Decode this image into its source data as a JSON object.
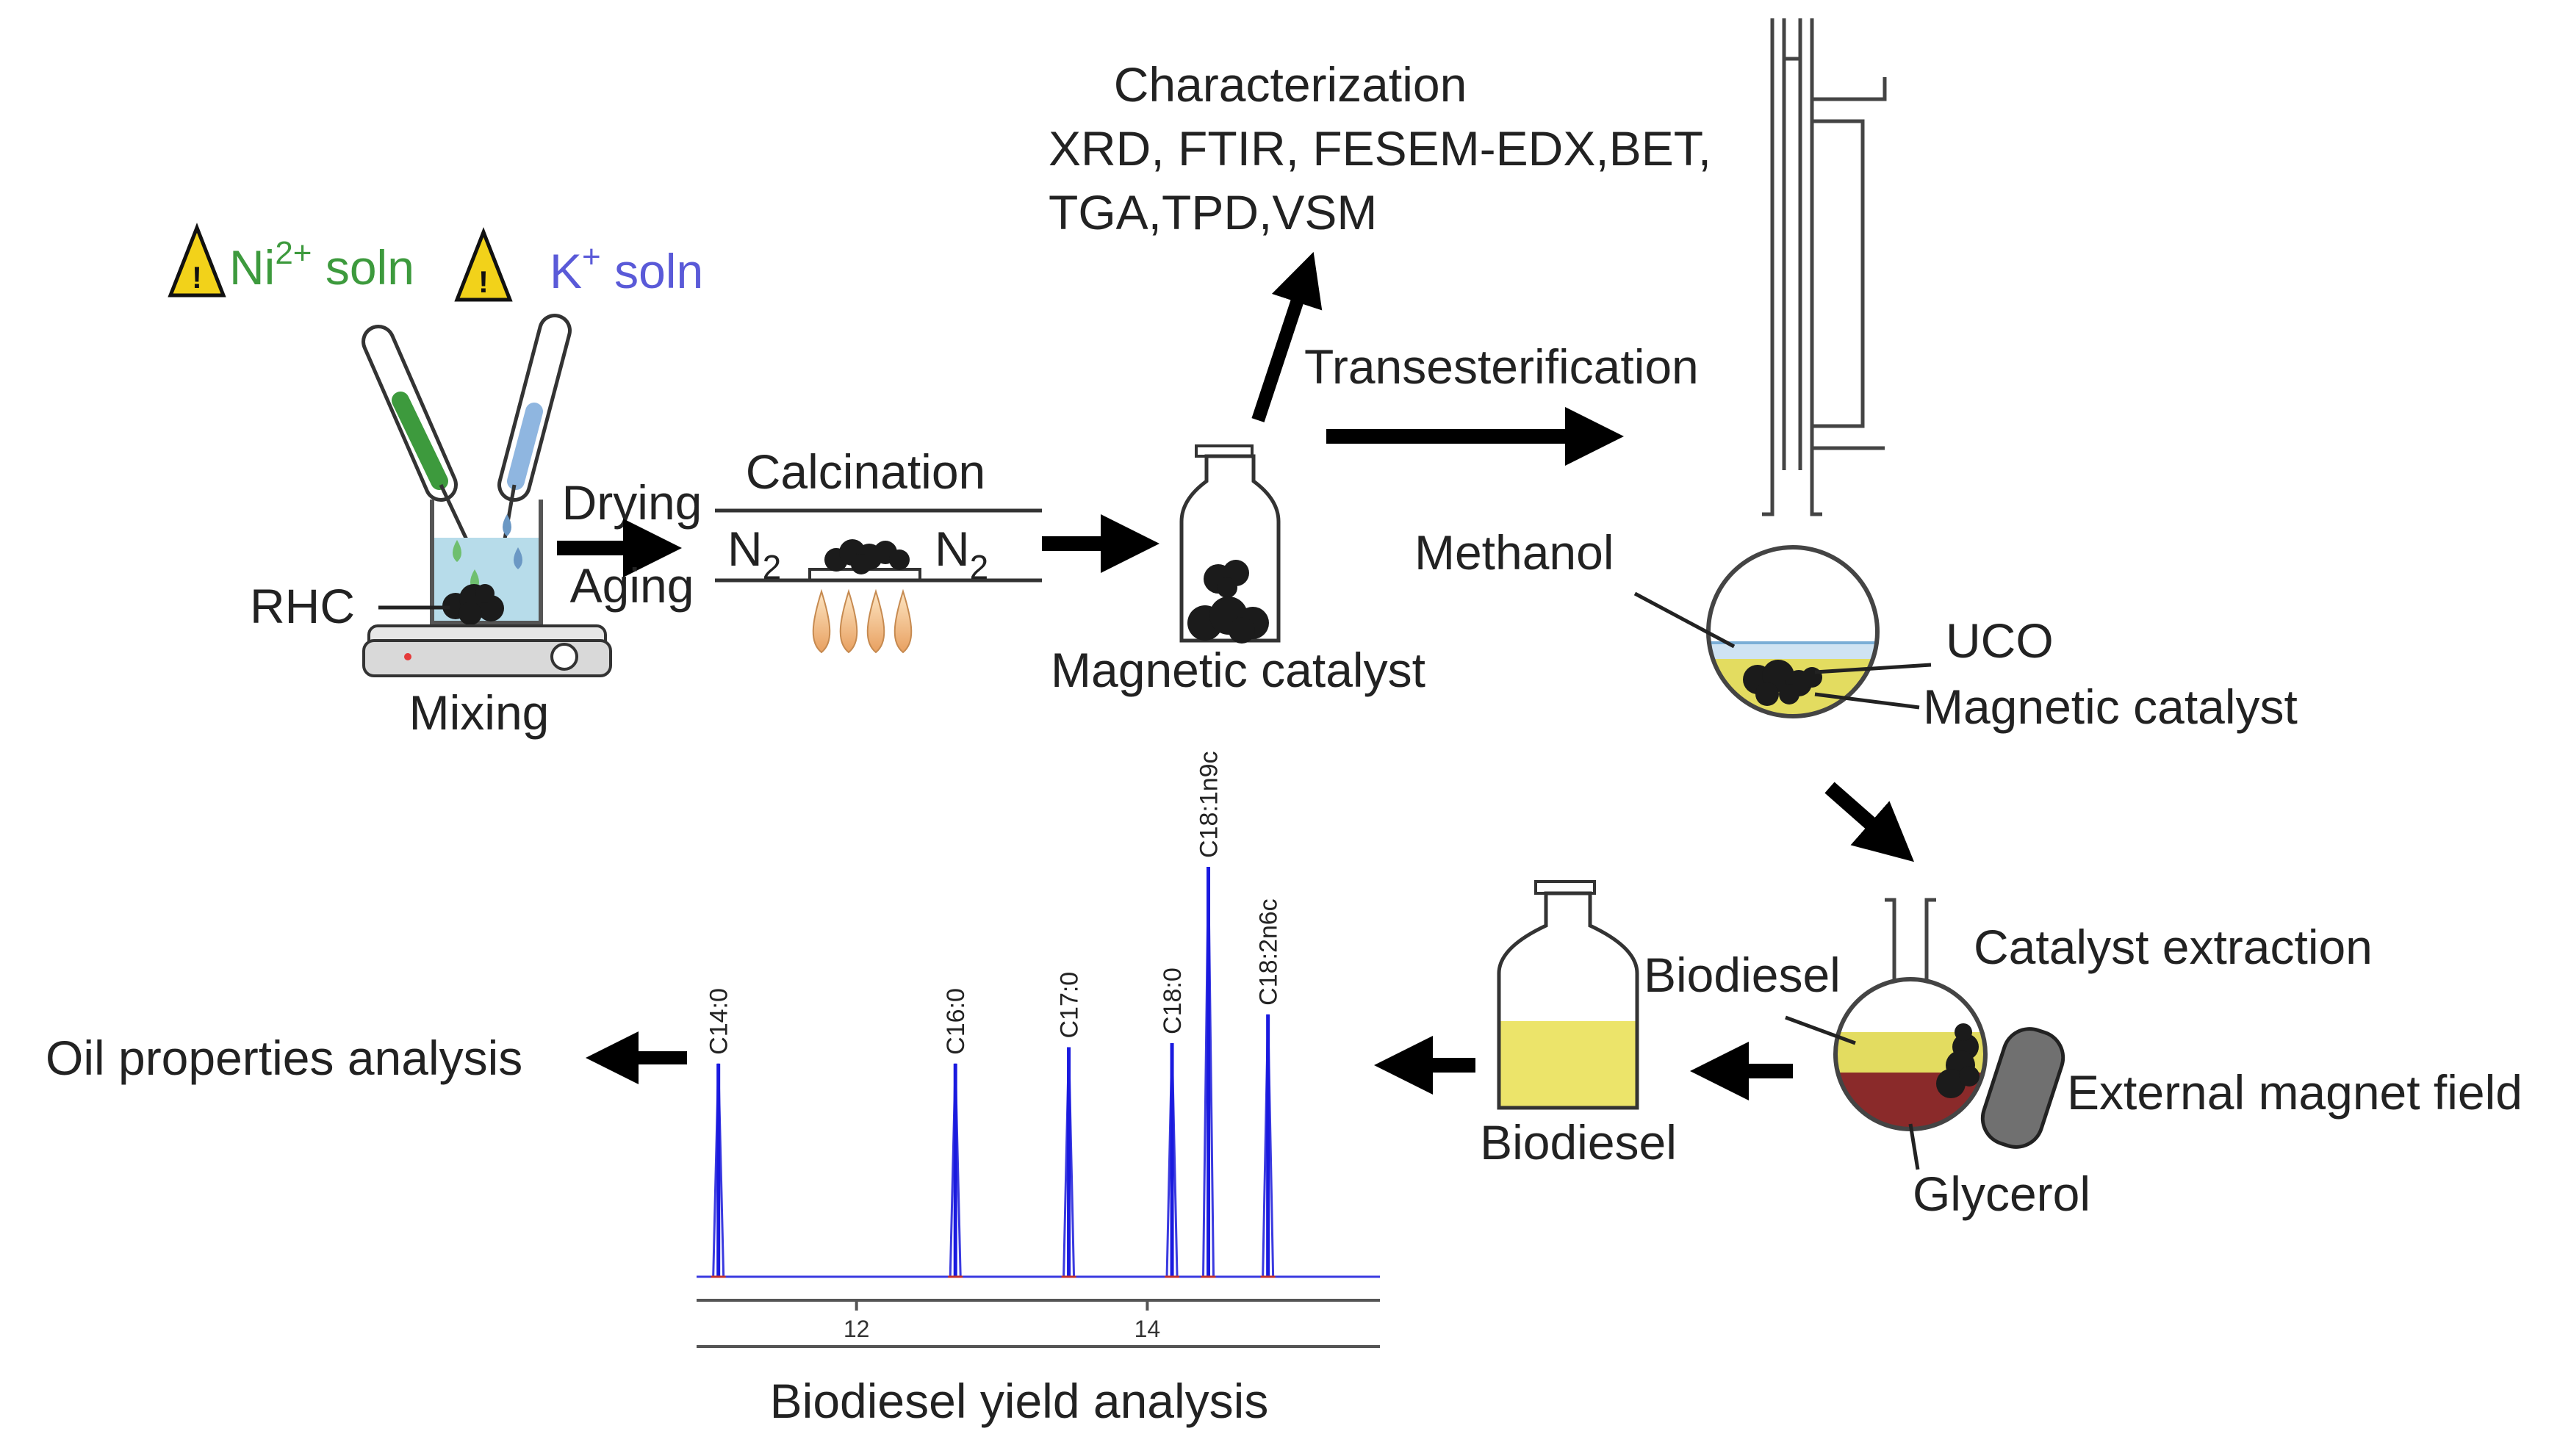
{
  "reagents": {
    "ni_prefix": "Ni",
    "ni_charge": "2+",
    "ni_suffix": " soln",
    "k_prefix": "K",
    "k_charge": "+",
    "k_suffix": " soln",
    "ni_color": "#3d9a3d",
    "k_color": "#5a5ad8",
    "warning_color": "#f2d21a"
  },
  "mixing": {
    "label": "Mixing",
    "rhc_label": "RHC"
  },
  "drying": {
    "top": "Drying",
    "bottom": "Aging"
  },
  "calcination": {
    "label": "Calcination",
    "gas_left": "N",
    "gas_left_sub": "2",
    "gas_right": "N",
    "gas_right_sub": "2"
  },
  "catalyst": {
    "label": "Magnetic catalyst"
  },
  "characterization": {
    "title": "Characterization",
    "line1": "XRD, FTIR, FESEM-EDX,BET,",
    "line2": "TGA,TPD,VSM"
  },
  "transesterification": {
    "label": "Transesterification"
  },
  "reactor": {
    "methanol": "Methanol",
    "uco": "UCO",
    "catalyst": "Magnetic catalyst"
  },
  "extraction": {
    "title": "Catalyst extraction",
    "biodiesel": "Biodiesel",
    "magnet": "External magnet field",
    "glycerol": "Glycerol"
  },
  "product": {
    "label": "Biodiesel"
  },
  "analysis": {
    "oil": "Oil properties analysis",
    "yield": "Biodiesel yield analysis"
  },
  "colors": {
    "biodiesel": "#ece46a",
    "methanol": "#cfe3f2",
    "glycerol": "#8a2a2a",
    "catalyst": "#1b1b1b",
    "peak": "#1a1adf",
    "water": "#b7dcea"
  },
  "chart_data": {
    "type": "line",
    "title": "Biodiesel yield analysis",
    "xlabel": "",
    "ylabel": "",
    "xlim": [
      10.9,
      15.6
    ],
    "x_ticks": [
      12,
      14
    ],
    "tick_labels": [
      "12",
      "14"
    ],
    "grid": false,
    "series": [
      {
        "peaks": [
          {
            "label": "C14:0",
            "x": 11.05,
            "height": 0.52
          },
          {
            "label": "C16:0",
            "x": 12.68,
            "height": 0.52
          },
          {
            "label": "C17:0",
            "x": 13.46,
            "height": 0.56
          },
          {
            "label": "C18:0",
            "x": 14.17,
            "height": 0.57
          },
          {
            "label": "C18:1n9c",
            "x": 14.42,
            "height": 1.0
          },
          {
            "label": "C18:2n6c",
            "x": 14.83,
            "height": 0.64
          }
        ]
      }
    ]
  }
}
